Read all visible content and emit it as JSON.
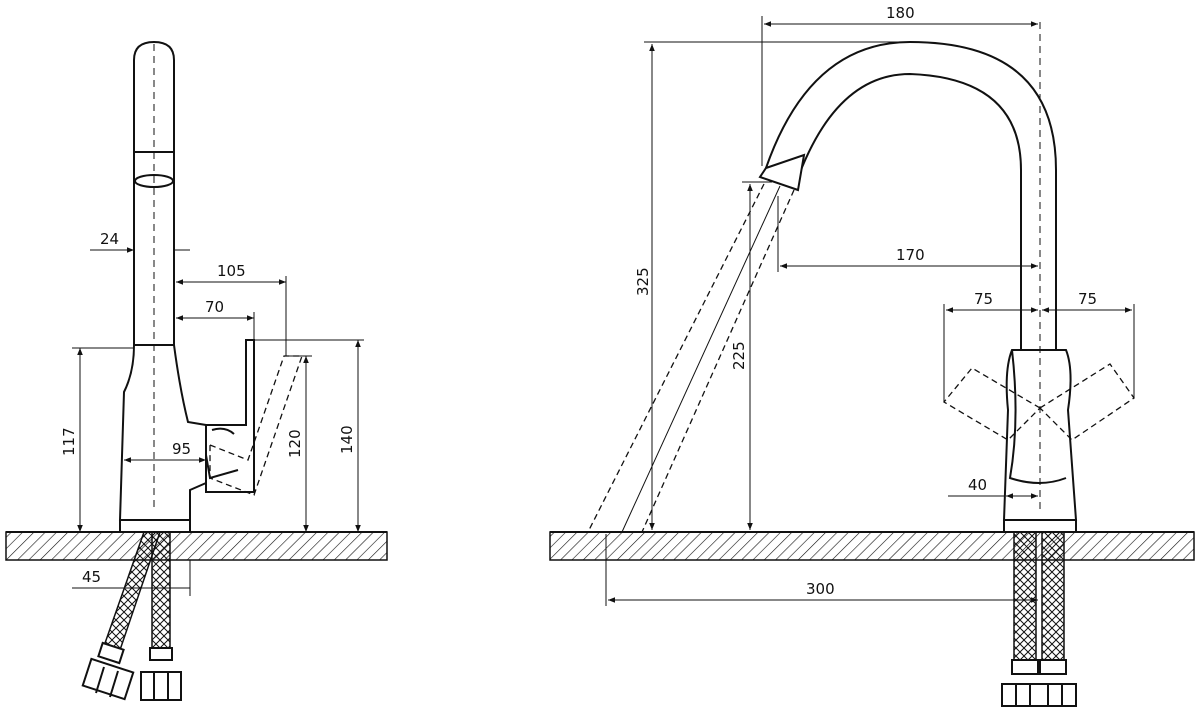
{
  "dimensions": {
    "side_view": {
      "spout_diameter": "24",
      "handle_reach_max": "105",
      "handle_reach": "70",
      "base_height": "117",
      "handle_height": "120",
      "handle_top_height": "140",
      "body_depth": "95",
      "hose_offset": "45"
    },
    "front_view": {
      "spout_span": "180",
      "total_height": "325",
      "spout_outlet_height": "225",
      "spout_reach": "170",
      "handle_left_swing": "75",
      "handle_right_swing": "75",
      "base_width": "40",
      "clearance": "300"
    }
  },
  "colors": {
    "line": "#111111",
    "background": "#ffffff"
  }
}
